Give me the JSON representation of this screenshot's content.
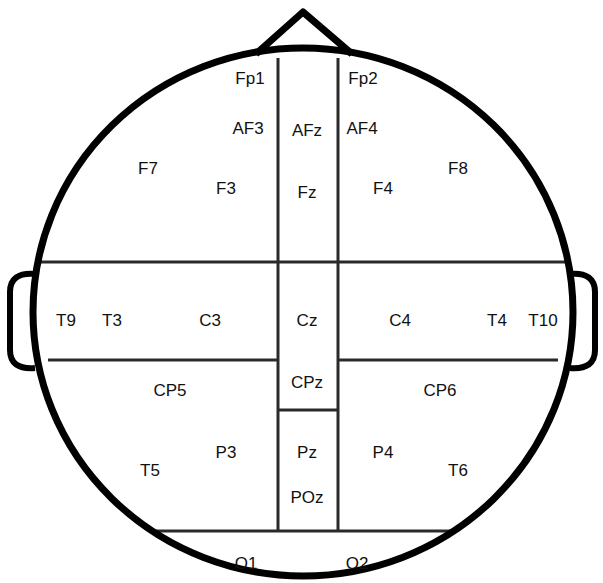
{
  "diagram": {
    "nodes": [
      {
        "text": [
          "Fp1",
          "AF3",
          "F7",
          "F3"
        ]
      },
      {
        "text": [
          "AFz",
          "Fz"
        ]
      },
      {
        "text": [
          "Fp2",
          "AF4",
          "F4",
          "F8"
        ]
      },
      {
        "text": [
          "T9",
          "T3",
          "C3"
        ]
      },
      {
        "text": [
          "Cz",
          "CPz"
        ]
      },
      {
        "text": [
          "C4",
          "T4",
          "T10"
        ]
      },
      {
        "text": [
          "CP5",
          "P3",
          "T5"
        ]
      },
      {
        "text": [
          "Pz",
          "POz"
        ]
      },
      {
        "text": [
          "CP6",
          "P4",
          "T6"
        ]
      },
      {
        "text": [
          "O1",
          "O2"
        ]
      }
    ]
  }
}
